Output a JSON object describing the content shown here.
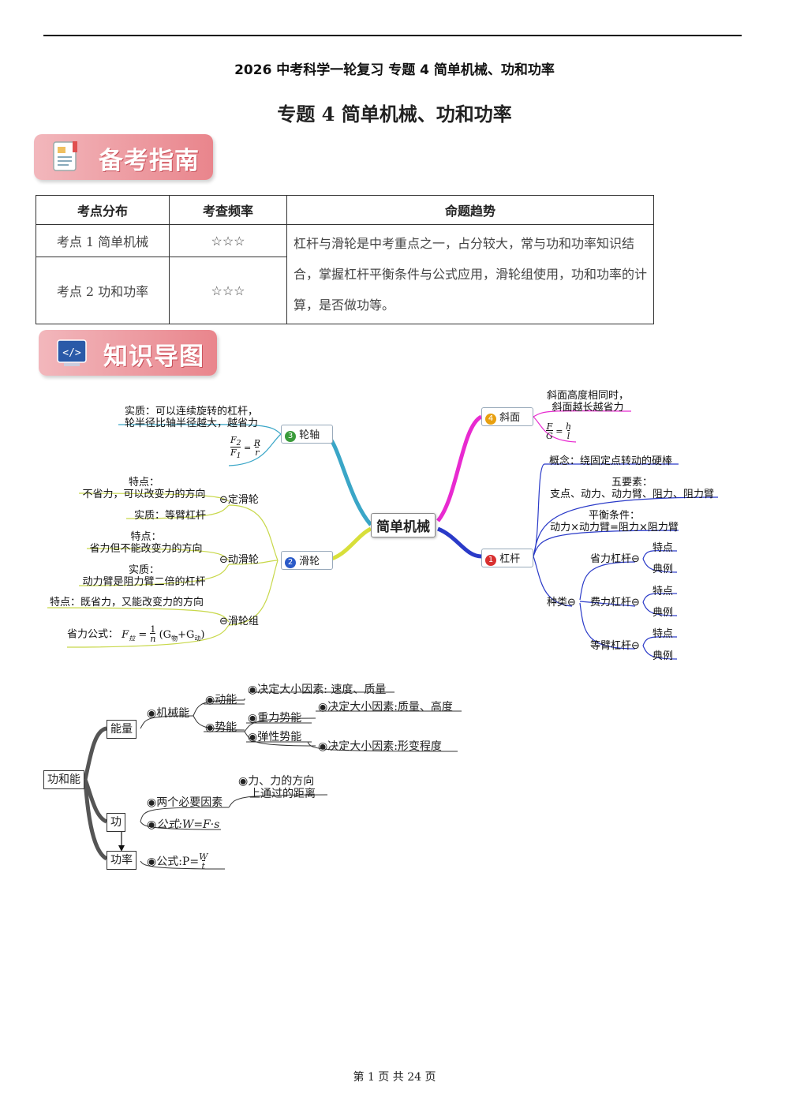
{
  "header": "2026 中考科学一轮复习  专题 4  简单机械、功和功率",
  "title": "专题 4  简单机械、功和功率",
  "banners": {
    "guide": "备考指南",
    "map": "知识导图"
  },
  "table": {
    "headers": [
      "考点分布",
      "考查频率",
      "命题趋势"
    ],
    "rows": [
      {
        "point": "考点 1  简单机械",
        "freq": "☆☆☆"
      },
      {
        "point": "考点 2  功和功率",
        "freq": "☆☆☆"
      }
    ],
    "trend": "杠杆与滑轮是中考重点之一，占分较大，常与功和功率知识结合，掌握杠杆平衡条件与公式应用，滑轮组使用，功和功率的计算，是否做功等。"
  },
  "mindmap": {
    "center": "简单机械",
    "axle": {
      "num": "3",
      "label": "轮轴",
      "desc1": "实质：可以连续旋转的杠杆，",
      "desc2": "轮半径比轴半径越大，越省力"
    },
    "incline": {
      "num": "4",
      "label": "斜面",
      "desc1": "斜面高度相同时，",
      "desc2": "斜面越长越省力"
    },
    "pulley": {
      "num": "2",
      "label": "滑轮",
      "fixed": {
        "label": "定滑轮",
        "feat_title": "特点：",
        "feat": "不省力，可以改变力的方向",
        "essence": "实质：等臂杠杆"
      },
      "movable": {
        "label": "动滑轮",
        "feat_title": "特点：",
        "feat": "省力但不能改变力的方向",
        "ess_title": "实质：",
        "essence": "动力臂是阻力臂二倍的杠杆"
      },
      "block": {
        "label": "滑轮组",
        "feat": "特点：既省力，又能改变力的方向",
        "formula_label": "省力公式："
      }
    },
    "lever": {
      "num": "1",
      "label": "杠杆",
      "concept": "概念：绕固定点转动的硬棒",
      "five_title": "五要素：",
      "five": "支点、动力、动力臂、阻力、阻力臂",
      "bal_title": "平衡条件：",
      "balance": "动力×动力臂=阻力×阻力臂",
      "kinds": "种类",
      "types": [
        "省力杠杆",
        "费力杠杆",
        "等臂杠杆"
      ],
      "sub": [
        "特点",
        "典例"
      ]
    }
  },
  "energy_map": {
    "root": "功和能",
    "energy": "能量",
    "mech": "机械能",
    "kinetic": "动能",
    "kinetic_factor": "决定大小因素: 速度、质量",
    "potential": "势能",
    "gravity": "重力势能",
    "gravity_factor": "决定大小因素:质量、高度",
    "elastic": "弹性势能",
    "elastic_factor": "决定大小因素:形变程度",
    "work": "功",
    "two_factors": "两个必要因素",
    "force1": "力、力的方向",
    "force2": "上通过的距离",
    "formula_w": "公式:W=F·s",
    "power": "功率",
    "formula_p": "公式:P="
  },
  "footer": "第  1  页  共  24  页"
}
